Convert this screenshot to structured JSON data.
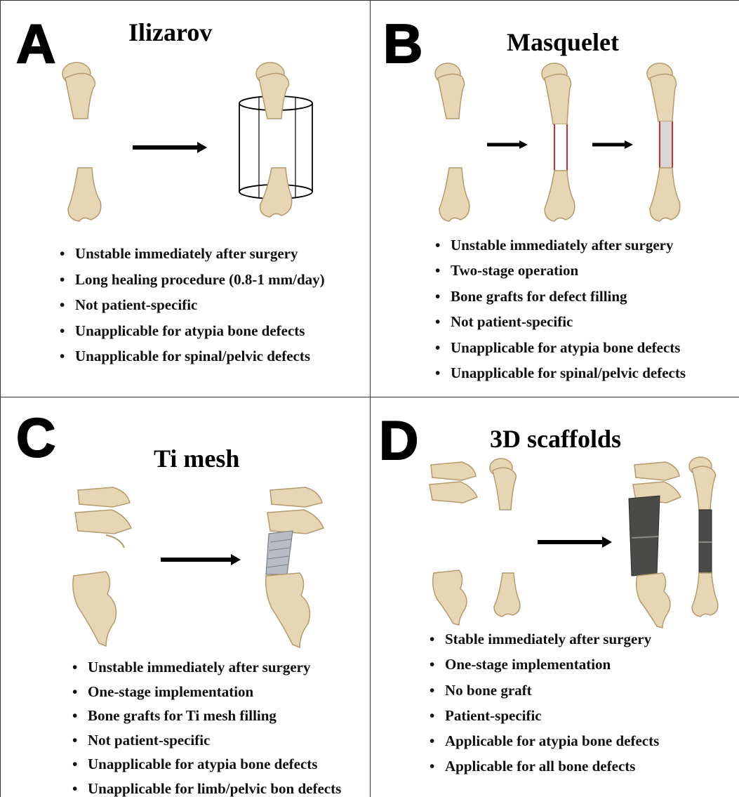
{
  "panels": {
    "a": {
      "letter": "A",
      "title": "Ilizarov",
      "bullets": [
        "Unstable immediately after surgery",
        "Long healing procedure (0.8-1 mm/day)",
        "Not patient-specific",
        "Unapplicable for atypia bone defects",
        "Unapplicable for spinal/pelvic defects"
      ]
    },
    "b": {
      "letter": "B",
      "title": "Masquelet",
      "bullets": [
        "Unstable immediately after surgery",
        "Two-stage operation",
        "Bone grafts for defect filling",
        "Not patient-specific",
        "Unapplicable for atypia bone defects",
        "Unapplicable for spinal/pelvic defects"
      ]
    },
    "c": {
      "letter": "C",
      "title": "Ti mesh",
      "bullets": [
        "Unstable immediately after surgery",
        "One-stage implementation",
        "Bone grafts for Ti mesh filling",
        "Not patient-specific",
        "Unapplicable for atypia bone defects",
        "Unapplicable for limb/pelvic bon defects"
      ]
    },
    "d": {
      "letter": "D",
      "title": "3D scaffolds",
      "bullets": [
        "Stable immediately after surgery",
        "One-stage implementation",
        "No bone graft",
        "Patient-specific",
        "Applicable for atypia bone defects",
        "Applicable for all bone defects"
      ]
    }
  },
  "colors": {
    "bone": "#e6d6b4",
    "bone_shade": "#b49a6c",
    "spacer_line": "#d42a2a",
    "mesh": "#4a4a48",
    "ti_mesh": "#b8bcc4",
    "arrow": "#000000"
  }
}
